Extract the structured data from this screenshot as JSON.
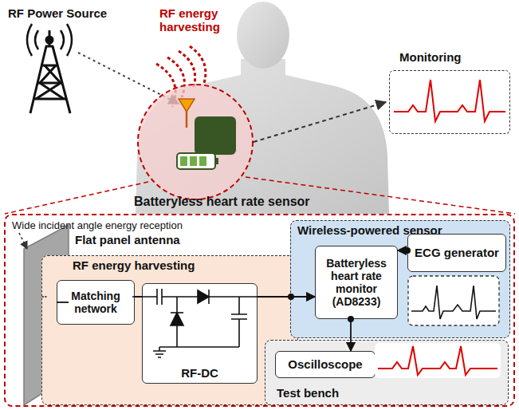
{
  "diagram": {
    "nodes": [
      {
        "text": [
          "Wide incident angle energy reception"
        ]
      },
      {
        "text": [
          "Flat panel antenna"
        ],
        "in": 0
      },
      {
        "text": [
          "RF energy harvesting"
        ],
        "in": 0
      },
      {
        "text": [
          "Matching network"
        ],
        "in": 2
      },
      {
        "text": [
          "RF-DC"
        ],
        "in": 2
      },
      {
        "text": [
          "Wireless-powered sensor"
        ],
        "in": 0
      },
      {
        "text": [
          "Batteryless heart rate monitor (AD8233)"
        ],
        "in": 5
      },
      {
        "text": [
          "ECG generator"
        ],
        "in": 5
      },
      {
        "text": [
          "Test bench"
        ],
        "in": 0
      },
      {
        "text": [
          "Oscilloscope"
        ],
        "in": 8
      },
      {
        "text": [
          "Monitoring"
        ]
      }
    ],
    "edges": [
      {
        "from": 1,
        "to": 3,
        "arrow": "none"
      },
      {
        "from": 3,
        "to": 4,
        "arrow": "none"
      },
      {
        "from": 4,
        "to": 6,
        "arrow": "to"
      },
      {
        "from": 7,
        "to": 6,
        "arrow": "to"
      },
      {
        "from": 6,
        "to": 9,
        "arrow": "to"
      }
    ],
    "labels": [
      "RF Power Source",
      "RF energy harvesting",
      "Batteryless heart rate sensor",
      ".."
    ]
  }
}
